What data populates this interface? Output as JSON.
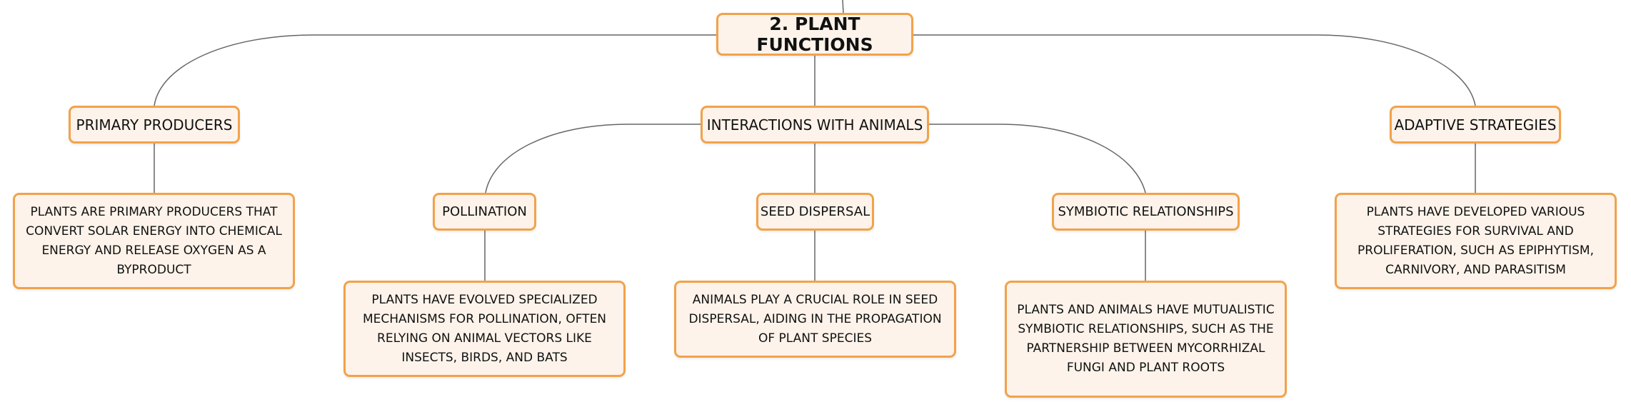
{
  "mindmap": {
    "root": {
      "label": "2. PLANT FUNCTIONS"
    },
    "primary_producers": {
      "label": "PRIMARY PRODUCERS",
      "detail": "PLANTS ARE PRIMARY PRODUCERS THAT CONVERT SOLAR ENERGY INTO CHEMICAL ENERGY AND RELEASE OXYGEN AS A BYPRODUCT"
    },
    "interactions": {
      "label": "INTERACTIONS WITH ANIMALS",
      "pollination": {
        "label": "POLLINATION",
        "detail": "PLANTS HAVE EVOLVED SPECIALIZED MECHANISMS FOR POLLINATION, OFTEN RELYING ON ANIMAL VECTORS LIKE INSECTS, BIRDS, AND BATS"
      },
      "seed_dispersal": {
        "label": "SEED DISPERSAL",
        "detail": "ANIMALS PLAY A CRUCIAL ROLE IN SEED DISPERSAL, AIDING IN THE PROPAGATION OF PLANT SPECIES"
      },
      "symbiotic": {
        "label": "SYMBIOTIC RELATIONSHIPS",
        "detail": "PLANTS AND ANIMALS HAVE MUTUALISTIC SYMBIOTIC RELATIONSHIPS, SUCH AS THE PARTNERSHIP BETWEEN MYCORRHIZAL FUNGI AND PLANT ROOTS"
      }
    },
    "adaptive_strategies": {
      "label": "ADAPTIVE STRATEGIES",
      "detail": "PLANTS HAVE DEVELOPED VARIOUS STRATEGIES FOR SURVIVAL AND PROLIFERATION, SUCH AS EPIPHYTISM, CARNIVORY, AND PARASITISM"
    }
  },
  "colors": {
    "node_border": "#f2a24a",
    "node_fill": "#fdf3ea",
    "connector": "#666666"
  }
}
